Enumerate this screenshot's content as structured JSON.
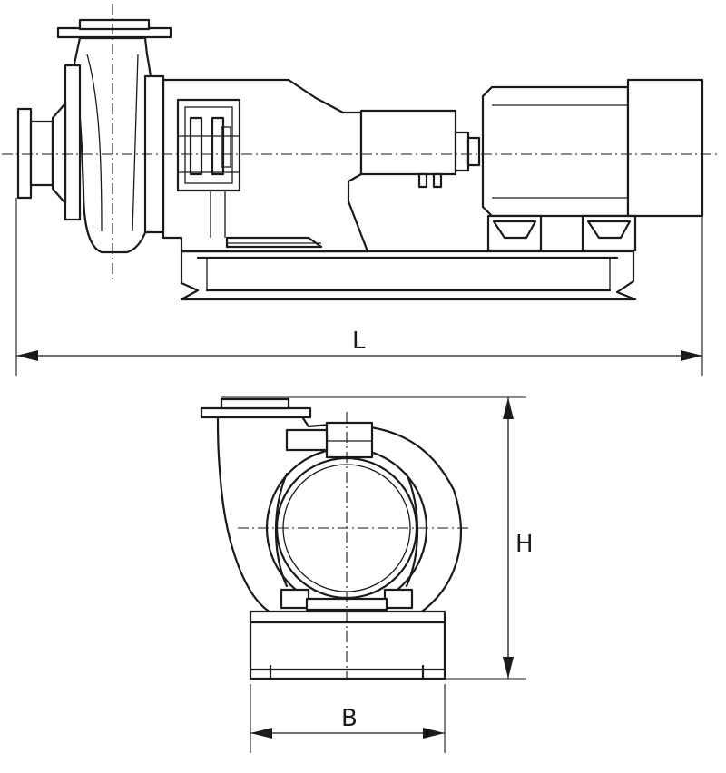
{
  "dimensions": {
    "length_label": "L",
    "height_label": "H",
    "width_label": "B"
  }
}
